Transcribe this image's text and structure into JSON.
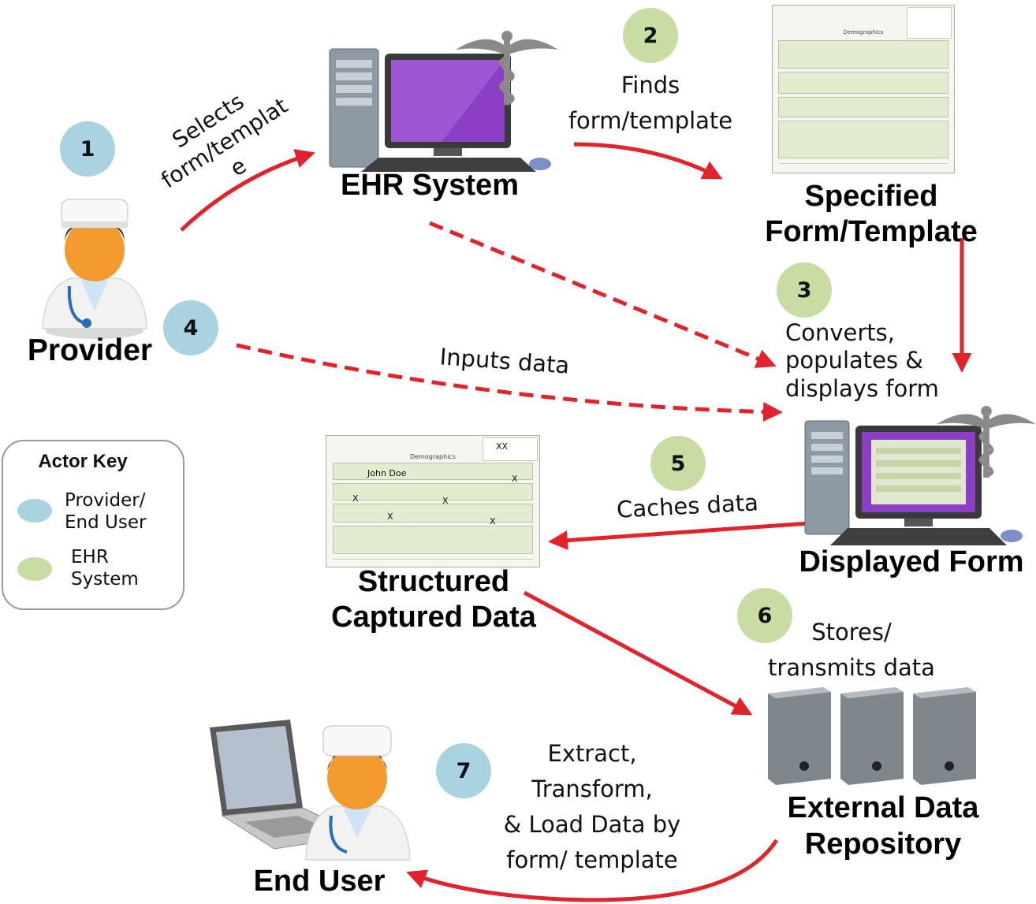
{
  "nodes": {
    "provider": "Provider",
    "ehr_system": "EHR System",
    "specified_form_lines": [
      "Specified",
      "Form/Template"
    ],
    "displayed_form": "Displayed Form",
    "structured_lines": [
      "Structured",
      "Captured Data"
    ],
    "repository_lines": [
      "External Data",
      "Repository"
    ],
    "end_user": "End User"
  },
  "steps": [
    {
      "num": "1",
      "actor": "provider"
    },
    {
      "num": "2",
      "actor": "ehr"
    },
    {
      "num": "3",
      "actor": "ehr"
    },
    {
      "num": "4",
      "actor": "provider"
    },
    {
      "num": "5",
      "actor": "ehr"
    },
    {
      "num": "6",
      "actor": "ehr"
    },
    {
      "num": "7",
      "actor": "provider"
    }
  ],
  "edges": {
    "selects_lines": [
      "Selects",
      "form/templat",
      "e"
    ],
    "finds_lines": [
      "Finds",
      "form/template"
    ],
    "converts_lines": [
      "Converts,",
      "populates &",
      "displays form"
    ],
    "inputs": "Inputs data",
    "caches": "Caches data",
    "stores_lines": [
      "Stores/",
      "transmits data"
    ],
    "extract_lines": [
      "Extract,",
      "Transform,",
      "& Load Data by",
      "form/ template"
    ]
  },
  "form_preview": {
    "heading": "Demographics",
    "name_value": "John  Doe",
    "marks": [
      "XX",
      "X",
      "X",
      "X",
      "X",
      "X"
    ]
  },
  "actor_key": {
    "title": "Actor Key",
    "provider_lines": [
      "Provider/",
      "End User"
    ],
    "ehr_lines": [
      "EHR",
      "System"
    ]
  },
  "colors": {
    "provider_circle": "#a9d3e0",
    "ehr_circle": "#c8dca4",
    "arrow": "#e1232b",
    "dashed_arrow": "#e1232b"
  },
  "icons": {
    "provider": "doctor-icon",
    "ehr_system": "workstation-icon",
    "medical_symbol": "caduceus-icon",
    "repository": "server-rack-icon",
    "end_user": "laptop-doctor-icon"
  }
}
